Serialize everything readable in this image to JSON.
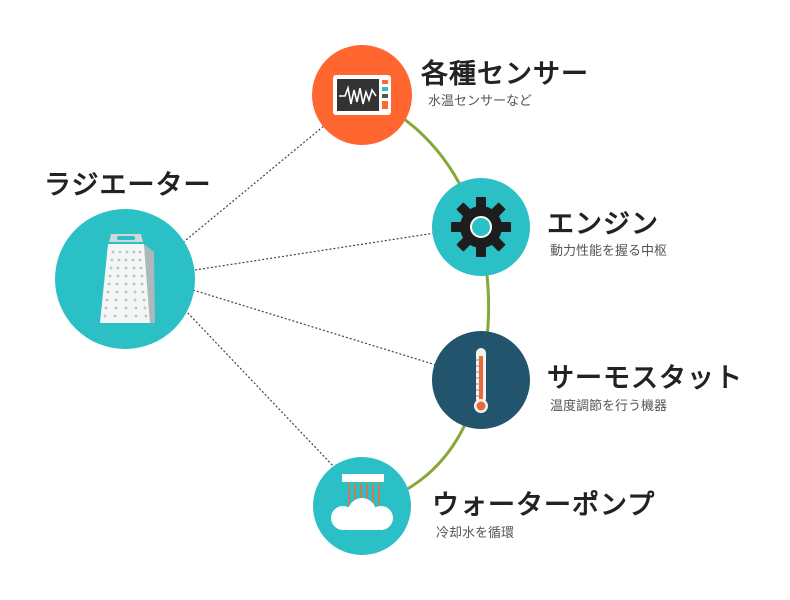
{
  "hub": {
    "title": "ラジエーター",
    "icon": "grater-icon",
    "color": "#2bbfc6"
  },
  "nodes": [
    {
      "id": "sensor",
      "title": "各種センサー",
      "desc": "水温センサーなど",
      "icon": "monitor-waveform-icon",
      "color": "#ff6630"
    },
    {
      "id": "engine",
      "title": "エンジン",
      "desc": "動力性能を握る中枢",
      "icon": "gear-icon",
      "color": "#2bbfc6"
    },
    {
      "id": "thermostat",
      "title": "サーモスタット",
      "desc": "温度調節を行う機器",
      "icon": "thermometer-icon",
      "color": "#23546d"
    },
    {
      "id": "waterpump",
      "title": "ウォーターポンプ",
      "desc": "冷却水を循環",
      "icon": "water-pump-icon",
      "color": "#2bbfc6"
    }
  ],
  "colors": {
    "arc": "#86a838",
    "dotted_line": "#444444",
    "title_text": "#222222",
    "desc_text": "#555555"
  }
}
